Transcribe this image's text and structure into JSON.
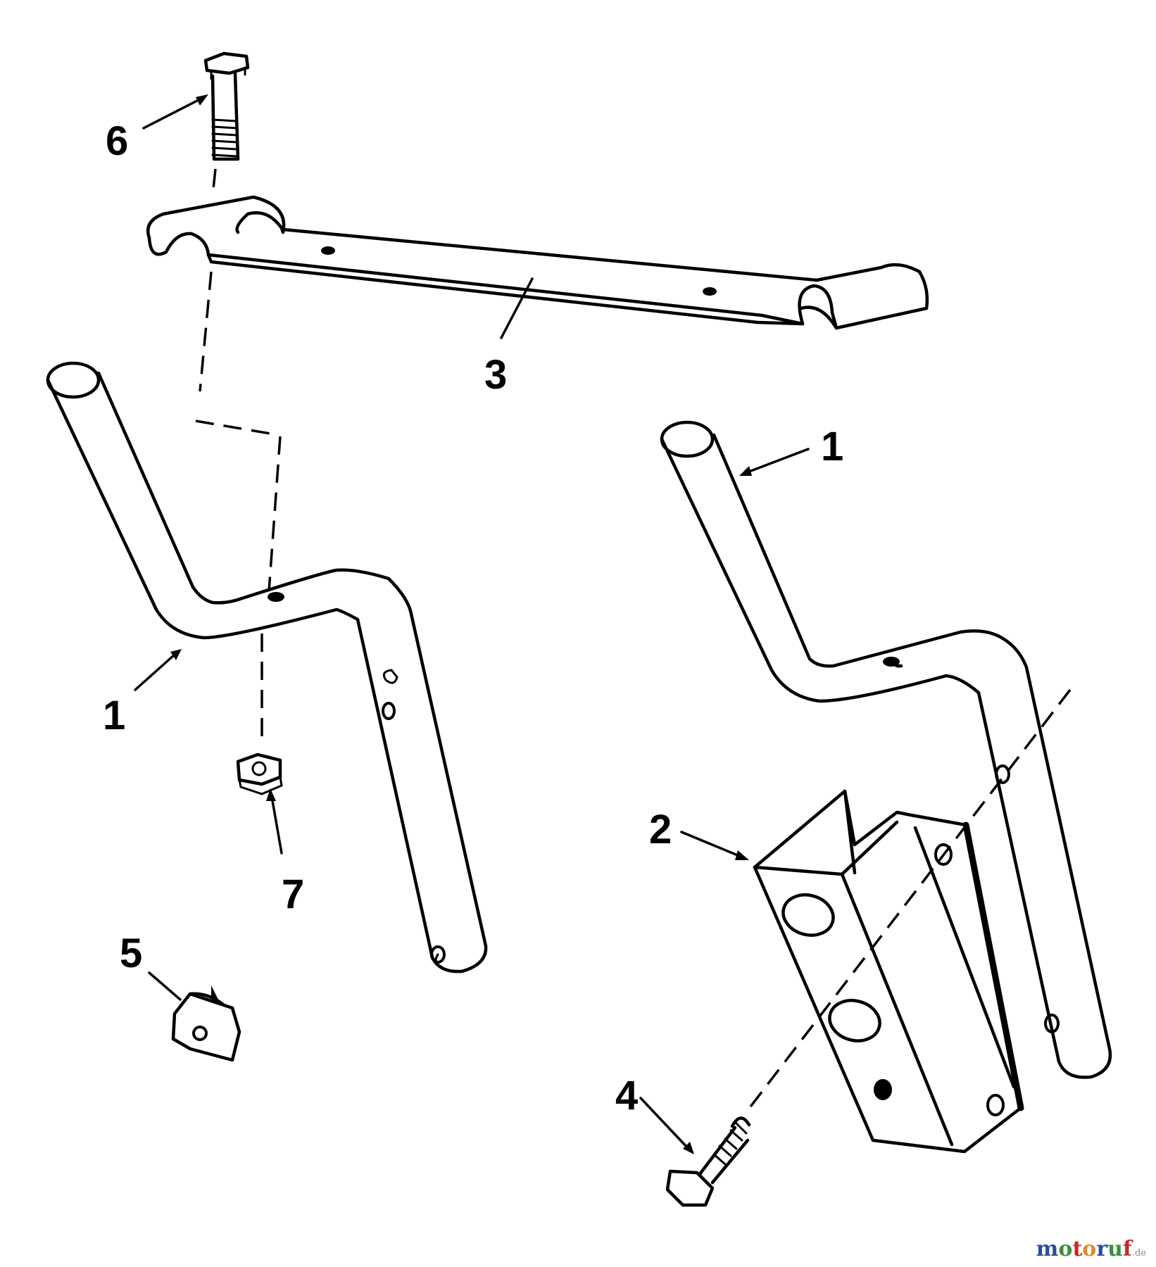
{
  "diagram": {
    "callouts": {
      "handle_left": "1",
      "handle_right": "1",
      "bracket": "2",
      "crossbar": "3",
      "screw": "4",
      "clip": "5",
      "bolt": "6",
      "nut": "7"
    }
  },
  "watermark": {
    "text": "motoruf",
    "tld": ".de",
    "letter_colors": [
      "#2a4e9c",
      "#3a8f3a",
      "#c62828",
      "#e08a1e",
      "#2a4e9c",
      "#3a8f3a",
      "#c62828"
    ]
  }
}
